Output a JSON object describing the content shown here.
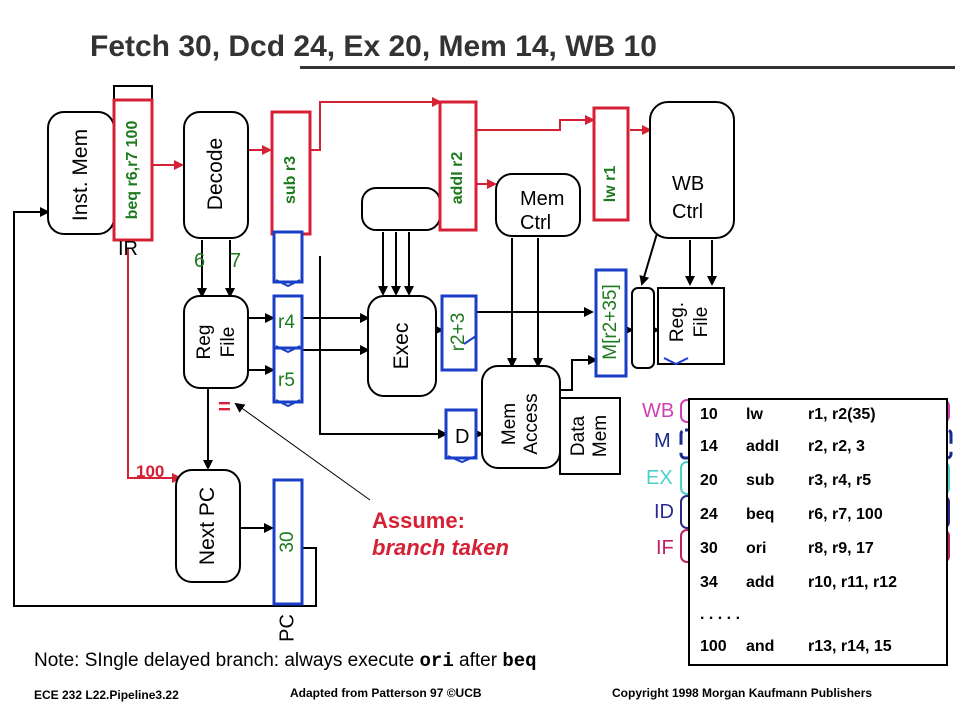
{
  "title": "Fetch 30, Dcd 24, Ex 20, Mem 14, WB 10",
  "blocks": {
    "inst_mem": "Inst. Mem",
    "decode": "Decode",
    "reg_file": "Reg File",
    "exec": "Exec",
    "mem_ctrl": "Mem Ctrl",
    "mem_access": "Mem Access",
    "data_mem": "Data Mem",
    "wb_ctrl": "WB Ctrl",
    "reg_file_wb": "Reg. File",
    "next_pc": "Next PC"
  },
  "labels": {
    "ir": "IR",
    "pc": "PC",
    "rs": "6",
    "rt": "7",
    "equals": "=",
    "branch_target": "100"
  },
  "pipeline_regs": {
    "if_id": "beq r6,r7 100",
    "id_ex": "sub r3",
    "ex_mem": "addI r2",
    "mem_wb": "lw r1",
    "reg_a": "r4",
    "reg_b": "r5",
    "alu_out": "r2+3",
    "mem_out": "M[r2+35]",
    "d": "D",
    "pc_value": "30"
  },
  "annotation": {
    "line1": "Assume:",
    "line2": "branch taken"
  },
  "stages": [
    "WB",
    "M",
    "EX",
    "ID",
    "IF"
  ],
  "colors": {
    "red": "#d52036",
    "blue": "#1a3ec8",
    "green": "#1e7a1e",
    "wb": "#d040b0",
    "m": "#1a2a8c",
    "ex": "#4ad0c8",
    "id": "#2a2a8c",
    "if": "#c02060"
  },
  "program": [
    {
      "addr": "10",
      "op": "lw",
      "args": "r1, r2(35)"
    },
    {
      "addr": "14",
      "op": "addI",
      "args": "r2, r2, 3"
    },
    {
      "addr": "20",
      "op": "sub",
      "args": "r3, r4, r5"
    },
    {
      "addr": "24",
      "op": "beq",
      "args": "r6, r7, 100"
    },
    {
      "addr": "30",
      "op": "ori",
      "args": "r8, r9, 17"
    },
    {
      "addr": "34",
      "op": "add",
      "args": "r10, r11, r12"
    },
    {
      "addr": ". . . . .",
      "op": "",
      "args": ""
    },
    {
      "addr": "100",
      "op": "and",
      "args": "r13, r14, 15"
    }
  ],
  "note": {
    "prefix": "Note: SIngle delayed branch: always execute ",
    "code1": "ori",
    "mid": " after ",
    "code2": "beq"
  },
  "footer": {
    "left": "ECE 232  L22.Pipeline3.22",
    "center": "Adapted from Patterson 97 ©UCB",
    "right": "Copyright 1998 Morgan Kaufmann Publishers"
  }
}
